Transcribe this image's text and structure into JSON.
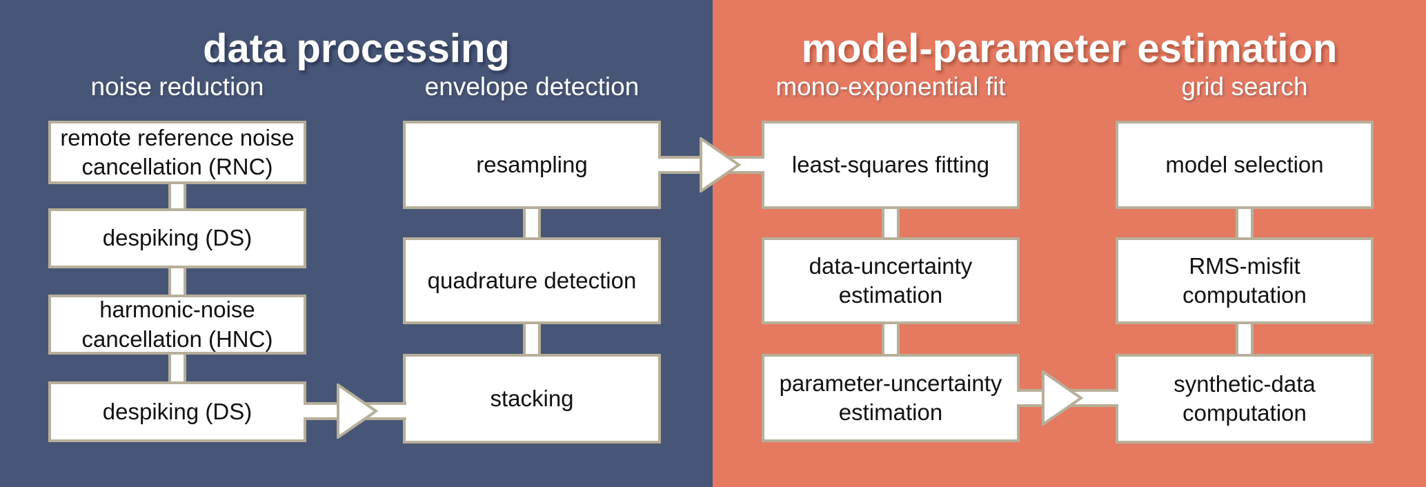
{
  "colors": {
    "panel-blue": "#475677",
    "panel-salmon": "#E57A61",
    "box-border": "#B7AF99",
    "box-fill": "#FFFFFF",
    "box-text": "#111111",
    "heading-text": "#FFFFFF"
  },
  "sections": [
    {
      "title": "data processing",
      "columns": [
        {
          "label": "noise reduction",
          "boxes": [
            {
              "label": "remote reference noise\ncancellation (RNC)"
            },
            {
              "label": "despiking (DS)"
            },
            {
              "label": "harmonic-noise\ncancellation (HNC)"
            },
            {
              "label": "despiking (DS)"
            }
          ]
        },
        {
          "label": "envelope detection",
          "boxes": [
            {
              "label": "resampling"
            },
            {
              "label": "quadrature detection"
            },
            {
              "label": "stacking"
            }
          ]
        }
      ]
    },
    {
      "title": "model-parameter estimation",
      "columns": [
        {
          "label": "mono-exponential fit",
          "boxes": [
            {
              "label": "least-squares fitting"
            },
            {
              "label": "data-uncertainty\nestimation"
            },
            {
              "label": "parameter-uncertainty\nestimation"
            }
          ]
        },
        {
          "label": "grid search",
          "boxes": [
            {
              "label": "model selection"
            },
            {
              "label": "RMS-misfit\ncomputation"
            },
            {
              "label": "synthetic-data\ncomputation"
            }
          ]
        }
      ]
    }
  ],
  "flow": {
    "arrows": [
      {
        "from": "despiking (DS)",
        "to": "stacking"
      },
      {
        "from": "resampling",
        "to": "least-squares fitting"
      },
      {
        "from": "parameter-uncertainty estimation",
        "to": "synthetic-data computation"
      }
    ]
  }
}
